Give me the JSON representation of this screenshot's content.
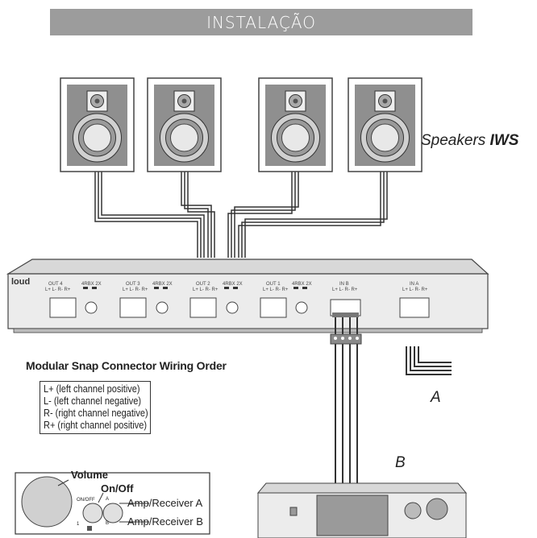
{
  "header": {
    "title": "INSTALAÇÃO"
  },
  "speakers": {
    "label_prefix": "Speakers ",
    "label_model": "IWS"
  },
  "amplifier": {
    "brand": "loud",
    "outputs": [
      {
        "name": "OUT 4",
        "pins": "L+ L- R- R+",
        "switch": "4RBX 2X"
      },
      {
        "name": "OUT 3",
        "pins": "L+ L- R- R+",
        "switch": "4RBX 2X"
      },
      {
        "name": "OUT 2",
        "pins": "L+ L- R- R+",
        "switch": "4RBX 2X"
      },
      {
        "name": "OUT 1",
        "pins": "L+ L- R- R+",
        "switch": "4RBX 2X"
      }
    ],
    "inputs": [
      {
        "name": "IN B",
        "pins": "L+ L- R- R+"
      },
      {
        "name": "IN A",
        "pins": "L+ L- R- R+"
      }
    ]
  },
  "wiring": {
    "title": "Modular Snap Connector Wiring Order",
    "lines": [
      "L+ (left channel positive)",
      "L-  (left channel negative)",
      "R-  (right channel negative)",
      "R+ (right channel positive)"
    ]
  },
  "labels": {
    "a": "A",
    "b": "B"
  },
  "controls": {
    "volume": "Volume",
    "onoff": "On/Off",
    "onoff_small": "ON/OFF",
    "amp_a": "Amp/Receiver A",
    "amp_b": "Amp/Receiver B",
    "switch_a": "A",
    "switch_b": "B",
    "key_1": "1"
  }
}
